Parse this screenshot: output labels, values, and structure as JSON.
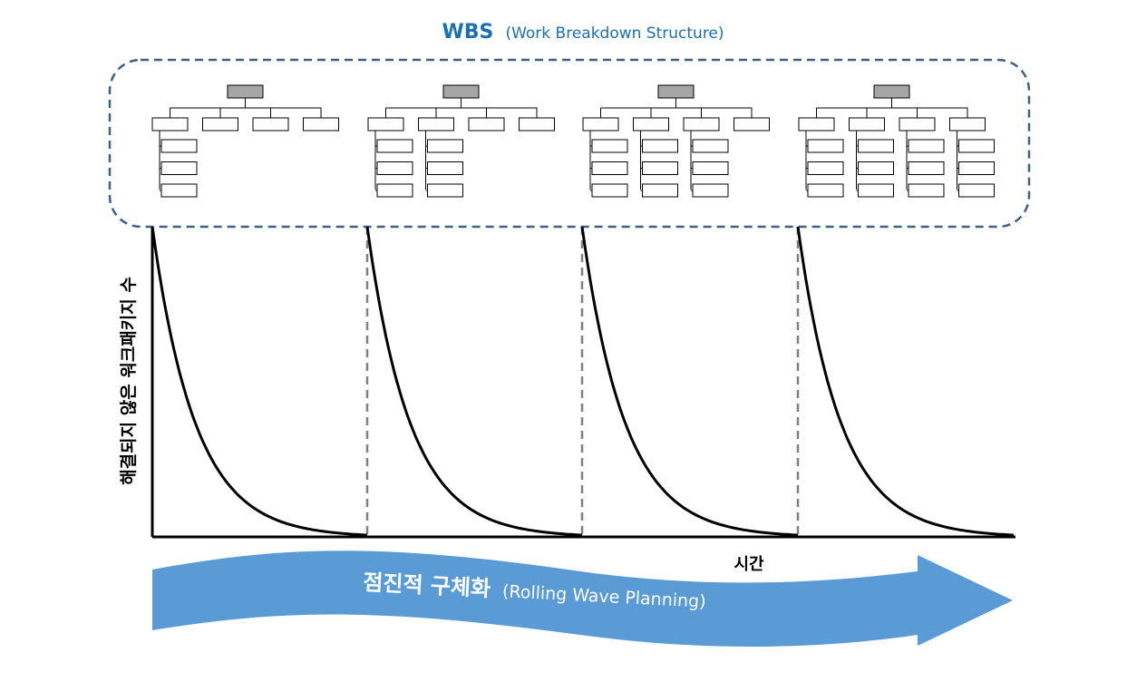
{
  "wbs_title": {
    "main": "WBS",
    "sub": "(Work Breakdown Structure)"
  },
  "axis": {
    "ylabel": "해결되지 않은 워크패키지 수",
    "xlabel": "시간"
  },
  "arrow": {
    "main": "점진적 구체화",
    "sub": "(Rolling Wave Planning)"
  },
  "wbs_trees": [
    {
      "children": 4,
      "expanded_children": 1,
      "subitems_per_child": 3
    },
    {
      "children": 4,
      "expanded_children": 2,
      "subitems_per_child": 3
    },
    {
      "children": 4,
      "expanded_children": 3,
      "subitems_per_child": 3
    },
    {
      "children": 4,
      "expanded_children": 4,
      "subitems_per_child": 3
    }
  ],
  "periods": 4,
  "colors": {
    "title": "#1a6fb5",
    "dashed_border": "#3e6185",
    "root_box": "#a6a6a6",
    "arrow_fill": "#5b9bd5",
    "arrow_text": "#ffffff",
    "curve": "#000000",
    "divider": "#808080"
  }
}
